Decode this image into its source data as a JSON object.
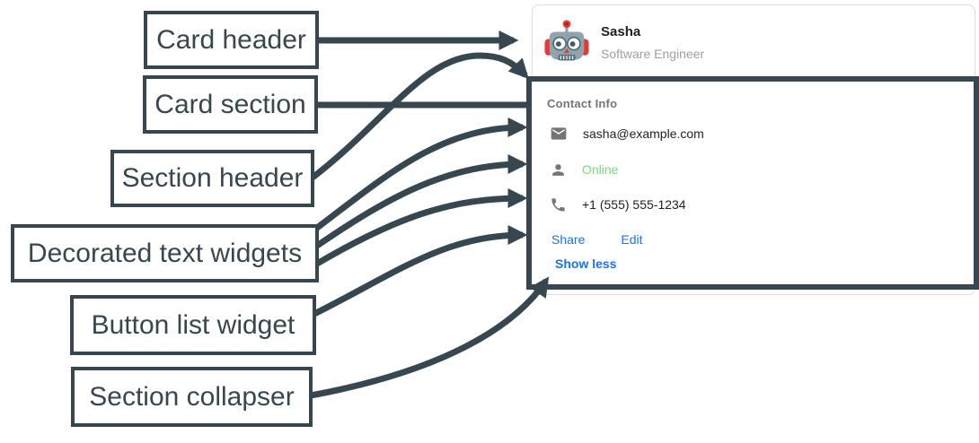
{
  "colors": {
    "annotation_dark": "#37474F",
    "link_blue": "#1A73E8",
    "online_green": "#7BD97F",
    "text_dark": "#202124",
    "subtitle_gray": "#9AA0A6",
    "section_title_gray": "#757575",
    "icon_gray": "#757575",
    "card_border": "#DADCE0",
    "avatar_red": "#E53935",
    "avatar_gray": "#90A4AE"
  },
  "annotations": {
    "labels": [
      {
        "id": "card-header",
        "text": "Card header"
      },
      {
        "id": "card-section",
        "text": "Card section"
      },
      {
        "id": "section-header",
        "text": "Section header"
      },
      {
        "id": "decorated-text-widgets",
        "text": "Decorated text widgets"
      },
      {
        "id": "button-list-widget",
        "text": "Button list widget"
      },
      {
        "id": "section-collapser",
        "text": "Section collapser"
      }
    ]
  },
  "card": {
    "header": {
      "avatar_icon": "robot-avatar-icon",
      "name": "Sasha",
      "subtitle": "Software Engineer"
    },
    "section": {
      "title": "Contact Info",
      "rows": [
        {
          "icon": "mail-icon",
          "text": "sasha@example.com",
          "status": "plain"
        },
        {
          "icon": "person-icon",
          "text": "Online",
          "status": "online"
        },
        {
          "icon": "phone-icon",
          "text": "+1 (555) 555-1234",
          "status": "plain"
        }
      ],
      "buttons": [
        {
          "label": "Share"
        },
        {
          "label": "Edit"
        }
      ],
      "collapser_label": "Show less"
    }
  }
}
